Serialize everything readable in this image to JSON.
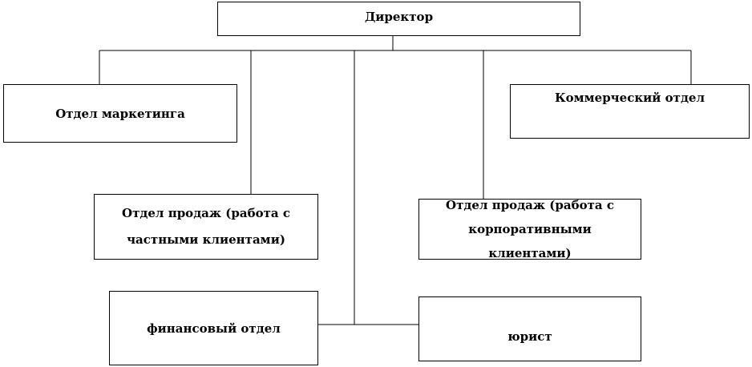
{
  "org_chart": {
    "director": "Директор",
    "marketing": "Отдел маркетинга",
    "commercial": "Коммерческий отдел",
    "sales_private": "Отдел продаж (работа с частными клиентами)",
    "sales_corporate": "Отдел продаж (работа с корпоративными клиентами)",
    "finance": "финансовый отдел",
    "lawyer": "юрист"
  },
  "colors": {
    "line": "#000000",
    "box_border": "#000000",
    "background": "#ffffff"
  }
}
